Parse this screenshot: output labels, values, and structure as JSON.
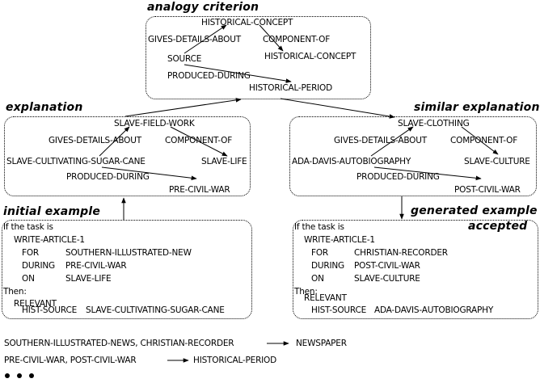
{
  "analogy": {
    "heading": "analogy criterion",
    "nodes": {
      "top": "HISTORICAL-CONCEPT",
      "gives": "GIVES-DETAILS-ABOUT",
      "component": "COMPONENT-OF",
      "source": "SOURCE",
      "concept2": "HISTORICAL-CONCEPT",
      "produced": "PRODUCED-DURING",
      "period": "HISTORICAL-PERIOD"
    }
  },
  "explanation": {
    "heading": "explanation",
    "nodes": {
      "top": "SLAVE-FIELD-WORK",
      "gives": "GIVES-DETAILS-ABOUT",
      "component": "COMPONENT-OF",
      "source": "SLAVE-CULTIVATING-SUGAR-CANE",
      "concept2": "SLAVE-LIFE",
      "produced": "PRODUCED-DURING",
      "period": "PRE-CIVIL-WAR"
    }
  },
  "similar": {
    "heading": "similar explanation",
    "nodes": {
      "top": "SLAVE-CLOTHING",
      "gives": "GIVES-DETAILS-ABOUT",
      "component": "COMPONENT-OF",
      "source": "ADA-DAVIS-AUTOBIOGRAPHY",
      "concept2": "SLAVE-CULTURE",
      "produced": "PRODUCED-DURING",
      "period": "POST-CIVIL-WAR"
    }
  },
  "initial": {
    "heading": "initial example",
    "lines": {
      "if": "If the task is",
      "task": "WRITE-ARTICLE-1",
      "for_k": "FOR",
      "for_v": "SOUTHERN-ILLUSTRATED-NEW",
      "during_k": "DURING",
      "during_v": "PRE-CIVIL-WAR",
      "on_k": "ON",
      "on_v": "SLAVE-LIFE",
      "then": "Then:",
      "relevant": "RELEVANT",
      "hist_k": "HIST-SOURCE",
      "hist_v": "SLAVE-CULTIVATING-SUGAR-CANE"
    }
  },
  "generated": {
    "heading": "generated example",
    "status": "accepted",
    "lines": {
      "if": "If the task is",
      "task": "WRITE-ARTICLE-1",
      "for_k": "FOR",
      "for_v": "CHRISTIAN-RECORDER",
      "during_k": "DURING",
      "during_v": "POST-CIVIL-WAR",
      "on_k": "ON",
      "on_v": "SLAVE-CULTURE",
      "then": "Then:",
      "relevant": "RELEVANT",
      "hist_k": "HIST-SOURCE",
      "hist_v": "ADA-DAVIS-AUTOBIOGRAPHY"
    }
  },
  "legend": {
    "row1_left": "SOUTHERN-ILLUSTRATED-NEWS,   CHRISTIAN-RECORDER",
    "row1_right": "NEWSPAPER",
    "row2_left": "PRE-CIVIL-WAR,   POST-CIVIL-WAR",
    "row2_right": "HISTORICAL-PERIOD",
    "ellipsis_icon": "ellipsis-dots"
  }
}
